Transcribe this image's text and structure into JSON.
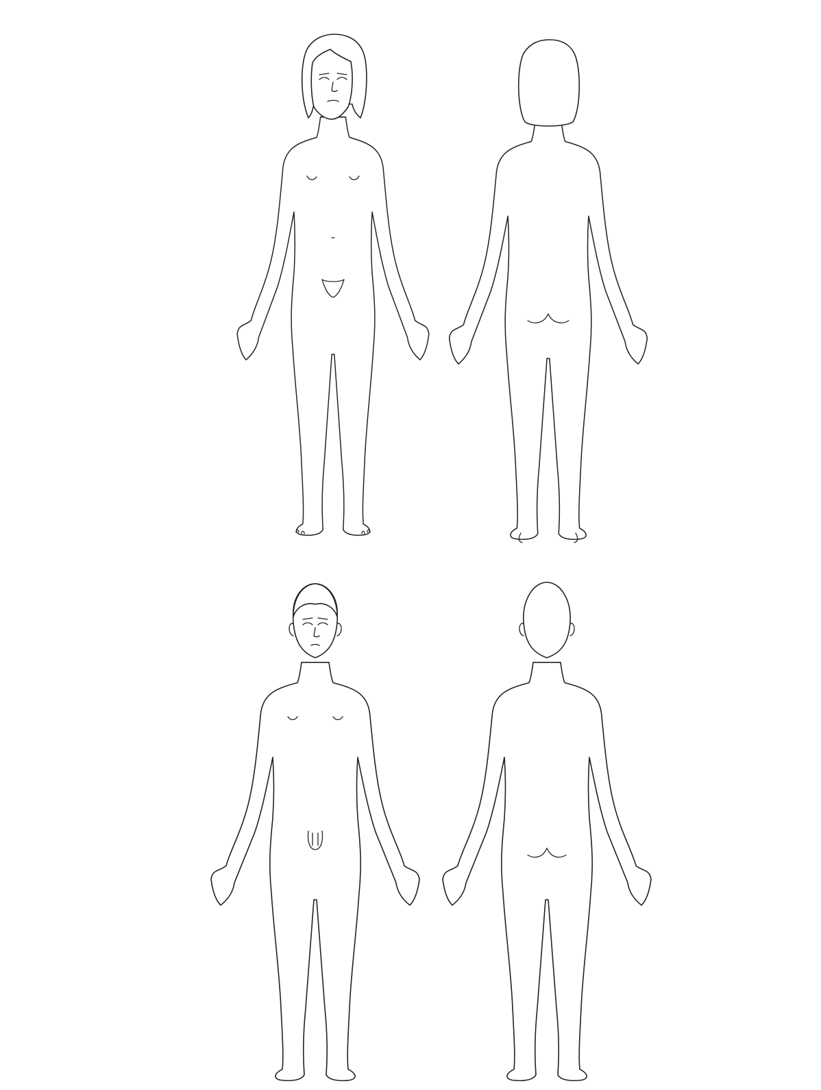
{
  "figures": [
    {
      "id": "girl-front",
      "view": "front",
      "sex": "female"
    },
    {
      "id": "girl-back",
      "view": "back",
      "sex": "female"
    },
    {
      "id": "boy-front",
      "view": "front",
      "sex": "male"
    },
    {
      "id": "boy-back",
      "view": "back",
      "sex": "male"
    }
  ],
  "colors": {
    "line": "#222222",
    "paper": "#ffffff"
  }
}
